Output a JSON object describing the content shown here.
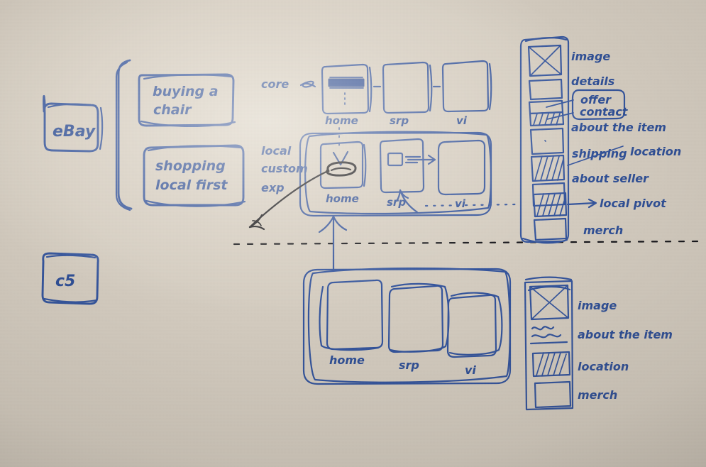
{
  "board": {
    "title": "whiteboard sketch: eBay local custom experience flow",
    "ink_color": "#2f4f96",
    "ink_color_dark": "#15151a",
    "background_color": "#d4ccc0"
  },
  "brand": {
    "ebay_label": "eBay",
    "c5_label": "c5"
  },
  "scenarios": [
    {
      "id": "buying-a-chair",
      "line1": "buying a",
      "line2": "chair"
    },
    {
      "id": "shopping-local-first",
      "line1": "shopping",
      "line2": "local first"
    }
  ],
  "rows": {
    "core": {
      "label": "core",
      "screens": [
        {
          "id": "home",
          "label": "home"
        },
        {
          "id": "srp",
          "label": "srp"
        },
        {
          "id": "vi",
          "label": "vi"
        }
      ]
    },
    "local": {
      "label_line1": "local",
      "label_line2": "custom",
      "label_line3": "exp",
      "screens": [
        {
          "id": "home",
          "label": "home"
        },
        {
          "id": "srp",
          "label": "srp"
        },
        {
          "id": "vi",
          "label": "vi"
        }
      ]
    },
    "bottom": {
      "screens": [
        {
          "id": "home",
          "label": "home"
        },
        {
          "id": "srp",
          "label": "srp"
        },
        {
          "id": "vi",
          "label": "vi"
        }
      ]
    }
  },
  "vi_module_stack": {
    "items": [
      {
        "id": "image",
        "label": "image",
        "block": "x-box"
      },
      {
        "id": "details",
        "label": "details",
        "block": "empty"
      },
      {
        "id": "offer",
        "label": "offer",
        "block": "thin"
      },
      {
        "id": "contact",
        "label": "contact",
        "block": "thin-hatch"
      },
      {
        "id": "about-item",
        "label": "about the item",
        "block": "empty"
      },
      {
        "id": "location",
        "label": "location",
        "struck_label": "shipping",
        "block": "hatch"
      },
      {
        "id": "about-seller",
        "label": "about seller",
        "block": "empty"
      },
      {
        "id": "local-pivot",
        "label": "local pivot",
        "block": "hatch",
        "callout": true
      },
      {
        "id": "merch",
        "label": "merch",
        "block": "empty"
      }
    ],
    "grouped_callout": [
      "offer",
      "contact"
    ]
  },
  "local_module_stack": {
    "items": [
      {
        "id": "image",
        "label": "image",
        "block": "x-box"
      },
      {
        "id": "about-item",
        "label": "about the item",
        "block": "squiggle"
      },
      {
        "id": "location",
        "label": "location",
        "block": "hatch"
      },
      {
        "id": "merch",
        "label": "merch",
        "block": "empty"
      }
    ]
  }
}
